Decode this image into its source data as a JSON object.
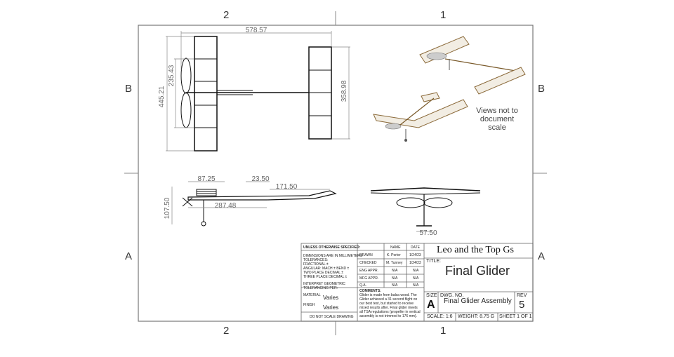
{
  "zones": {
    "top_left": "2",
    "top_right": "1",
    "bottom_left": "2",
    "bottom_right": "1",
    "left_upper": "B",
    "left_lower": "A",
    "right_upper": "B",
    "right_lower": "A"
  },
  "dimensions": {
    "top_width": "578.57",
    "left_outer": "445.21",
    "left_inner": "235.43",
    "right_height": "358.98",
    "side_a": "87.25",
    "side_b": "23.50",
    "side_c": "171.50",
    "side_d": "287.48",
    "side_e": "107.50",
    "front_a": "57.50"
  },
  "scale_note": "Views not to document scale",
  "title_block": {
    "unless": "UNLESS OTHERWISE SPECIFIED:",
    "dims": "DIMENSIONS ARE IN MILLIMETERS",
    "tolerances": "TOLERANCES:",
    "fractional": "FRACTIONAL ±",
    "angular": "ANGULAR: MACH ±   BEND ±",
    "two_place": "TWO PLACE DECIMAL   ±",
    "three_place": "THREE PLACE DECIMAL   ±",
    "interpret": "INTERPRET GEOMETRIC TOLERANCING PER:",
    "material_label": "MATERIAL",
    "material_value": "Varies",
    "finish_label": "FINISH",
    "finish_value": "Varies",
    "do_not_scale": "DO NOT SCALE DRAWING",
    "col_name": "NAME",
    "col_date": "DATE",
    "rows": [
      {
        "role": "DRAWN",
        "name": "K. Porter",
        "date": "1/24/23"
      },
      {
        "role": "CHECKED",
        "name": "M. Tunney",
        "date": "1/24/23"
      },
      {
        "role": "ENG APPR.",
        "name": "N/A",
        "date": "N/A"
      },
      {
        "role": "MFG APPR.",
        "name": "N/A",
        "date": "N/A"
      },
      {
        "role": "Q.A.",
        "name": "N/A",
        "date": "N/A"
      }
    ],
    "comments_label": "COMMENTS:",
    "comments": [
      "Glider is made from balsa wood. The",
      "Glider achieved a 31 second flight on",
      "our best test, but started to receive",
      "mixed results after. Final glider meets",
      "all TSA regulations (propeller in vertical",
      "assembly is not trimmed to 176 mm)."
    ],
    "company": "Leo and the Top Gs",
    "title_label": "TITLE:",
    "title": "Final Glider",
    "size_label": "SIZE",
    "size": "A",
    "dwg_label": "DWG.  NO.",
    "dwg_no": "Final Glider Assembly",
    "rev_label": "REV",
    "rev": "5",
    "scale": "SCALE: 1:6",
    "weight": "WEIGHT: 8.75 G",
    "sheet": "SHEET 1 OF 1"
  }
}
